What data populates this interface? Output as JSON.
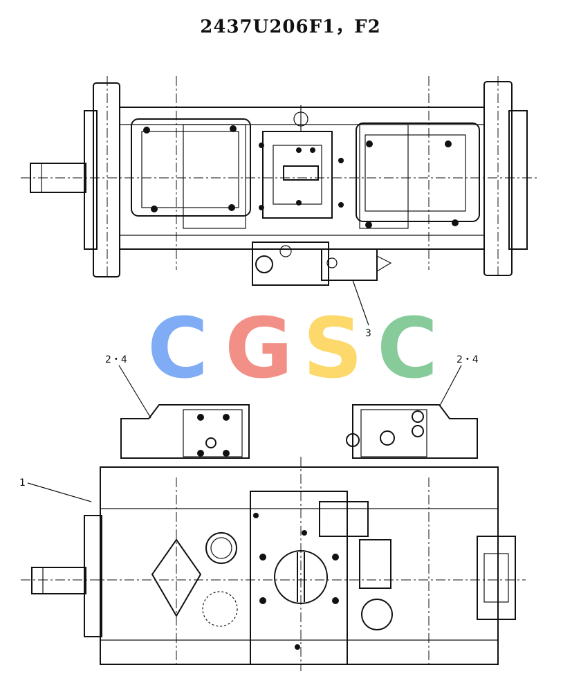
{
  "title": "2437U206F1，F2",
  "callouts": {
    "item_1": "1",
    "item_24_left": "2・4",
    "item_24_right": "2・4",
    "item_3": "3"
  },
  "watermark": {
    "letters": [
      "C",
      "G",
      "S",
      "C"
    ],
    "colors": [
      "#7aa7f5",
      "#f28b82",
      "#fdd663",
      "#81c995"
    ]
  }
}
